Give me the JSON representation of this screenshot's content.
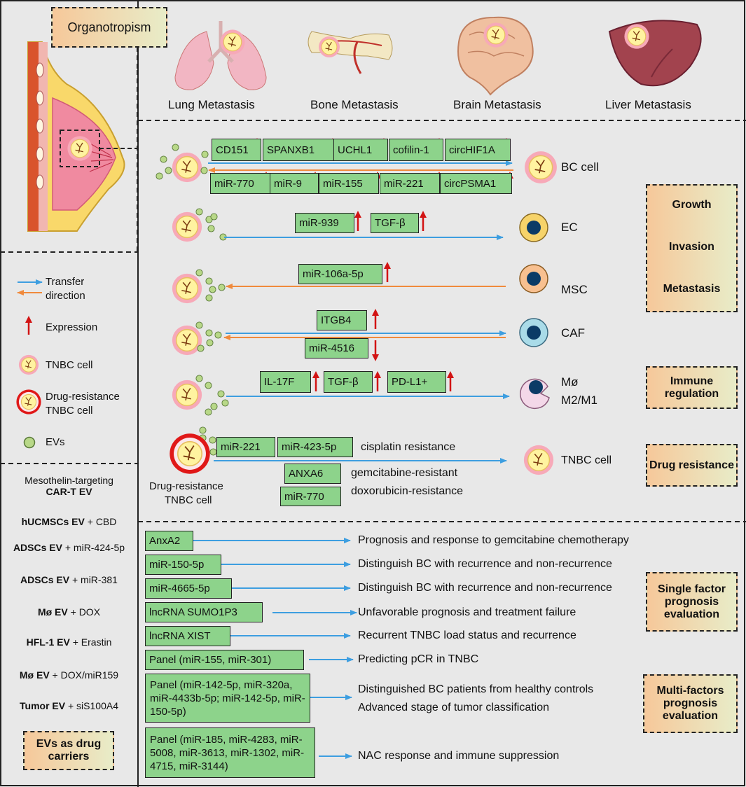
{
  "organotropism": {
    "title": "Organotropism",
    "organs": [
      {
        "label": "Lung Metastasis",
        "icon": "lung-icon"
      },
      {
        "label": "Bone Metastasis",
        "icon": "bone-icon"
      },
      {
        "label": "Brain Metastasis",
        "icon": "brain-icon"
      },
      {
        "label": "Liver Metastasis",
        "icon": "liver-icon"
      }
    ]
  },
  "legend": {
    "transfer_line1": "Transfer",
    "transfer_line2": "direction",
    "expression": "Expression",
    "tnbc_cell": "TNBC cell",
    "drug_res_line1": "Drug-resistance",
    "drug_res_line2": "TNBC cell",
    "evs": "EVs"
  },
  "carriers": {
    "items": [
      {
        "pre": "Mesothelin-targeting",
        "bold": "CAR-T EV",
        "post": ""
      },
      {
        "pre": "",
        "bold": "hUCMSCs EV",
        "post": " + CBD"
      },
      {
        "pre": "",
        "bold": "ADSCs EV",
        "post": " + miR-424-5p"
      },
      {
        "pre": "",
        "bold": "ADSCs EV",
        "post": " + miR-381"
      },
      {
        "pre": "",
        "bold": "Mø EV",
        "post": " + DOX"
      },
      {
        "pre": "",
        "bold": "HFL-1 EV",
        "post": " + Erastin"
      },
      {
        "pre": "",
        "bold": "Mø EV",
        "post": " + DOX/miR159"
      },
      {
        "pre": "",
        "bold": "Tumor EV",
        "post": " + siS100A4"
      }
    ],
    "label": "EVs as drug carriers"
  },
  "mechanisms": {
    "bc": {
      "top": [
        "CD151",
        "SPANXB1",
        "UCHL1",
        "cofilin-1",
        "circHIF1A"
      ],
      "bottom": [
        "miR-770",
        "miR-9",
        "miR-155",
        "miR-221",
        "circPSMA1"
      ],
      "target": "BC cell"
    },
    "ec": {
      "boxes": [
        "miR-939",
        "TGF-β"
      ],
      "target": "EC"
    },
    "msc": {
      "boxes": [
        "miR-106a-5p"
      ],
      "target": "MSC"
    },
    "caf": {
      "top": "ITGB4",
      "bottom": "miR-4516",
      "target": "CAF"
    },
    "mac": {
      "boxes": [
        "IL-17F",
        "TGF-β",
        "PD-L1+"
      ],
      "target_line1": "Mø",
      "target_line2": "M2/M1"
    },
    "drug": {
      "boxes": [
        "miR-221",
        "miR-423-5p",
        "ANXA6",
        "miR-770"
      ],
      "notes": [
        "cisplatin resistance",
        "gemcitabine-resistant",
        "doxorubicin-resistance"
      ],
      "source_line1": "Drug-resistance",
      "source_line2": "TNBC cell",
      "target": "TNBC cell"
    },
    "categories": {
      "growth": "Growth",
      "invasion": "Invasion",
      "metastasis": "Metastasis",
      "immune": "Immune regulation",
      "drug": "Drug resistance"
    }
  },
  "prognosis": {
    "rows": [
      {
        "box": "AnxA2",
        "text": "Prognosis and response to gemcitabine chemotherapy"
      },
      {
        "box": "miR-150-5p",
        "text": "Distinguish BC with recurrence and non-recurrence"
      },
      {
        "box": "miR-4665-5p",
        "text": "Distinguish BC with recurrence and non-recurrence"
      },
      {
        "box": "lncRNA SUMO1P3",
        "text": "Unfavorable prognosis and treatment failure"
      },
      {
        "box": "lncRNA XIST",
        "text": "Recurrent TNBC load status and recurrence"
      },
      {
        "box": "Panel (miR-155, miR-301)",
        "text": "Predicting pCR in TNBC"
      }
    ],
    "panel2": {
      "box": "Panel (miR-142-5p, miR-320a, miR-4433b-5p; miR-142-5p, miR-150-5p)",
      "text1": "Distinguished BC patients from healthy controls",
      "text2": "Advanced stage of tumor classification"
    },
    "panel3": {
      "box": "Panel (miR-185, miR-4283, miR-5008, miR-3613, miR-1302, miR-4715, miR-3144)",
      "text": "NAC response and immune suppression"
    },
    "single": "Single factor prognosis evaluation",
    "multi": "Multi-factors prognosis evaluation"
  },
  "colors": {
    "blue_arrow": "#3d9ee0",
    "orange_arrow": "#f08a3c",
    "up_arrow": "#d21414",
    "box_green": "#8dd38b"
  }
}
